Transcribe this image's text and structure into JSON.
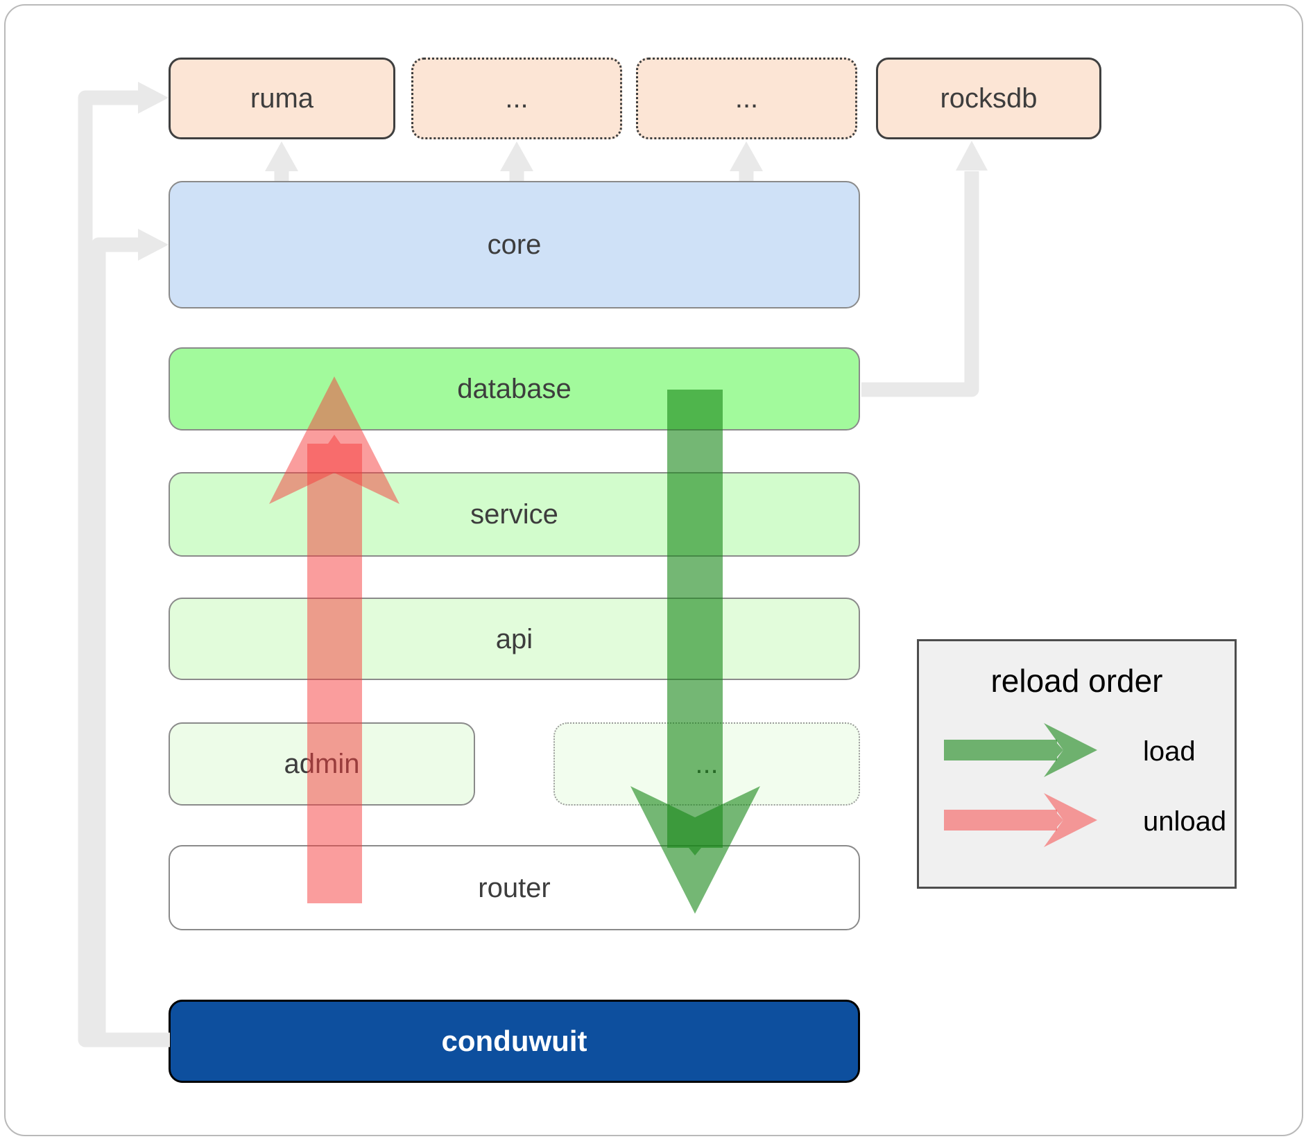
{
  "boxes": {
    "ruma": {
      "label": "ruma"
    },
    "dependency_2": {
      "label": "..."
    },
    "dependency_3": {
      "label": "..."
    },
    "rocksdb": {
      "label": "rocksdb"
    },
    "core": {
      "label": "core"
    },
    "database": {
      "label": "database"
    },
    "service": {
      "label": "service"
    },
    "api": {
      "label": "api"
    },
    "admin": {
      "label": "admin"
    },
    "more_services": {
      "label": "..."
    },
    "router": {
      "label": "router"
    },
    "conduwuit": {
      "label": "conduwuit"
    }
  },
  "legend": {
    "title": "reload order",
    "items": [
      {
        "label": "load",
        "color": "#178717"
      },
      {
        "label": "unload",
        "color": "#f53c3c"
      }
    ]
  },
  "colors": {
    "load_arrow": "#178717",
    "unload_arrow": "#f53c3c",
    "connector": "#e9e9e9",
    "dependency_fill": "#fce5d5",
    "core_fill": "#cfe1f7",
    "database_fill": "#a2fa9c",
    "conduwuit_fill": "#0d4f9e",
    "legend_background": "#f0f0f0"
  }
}
